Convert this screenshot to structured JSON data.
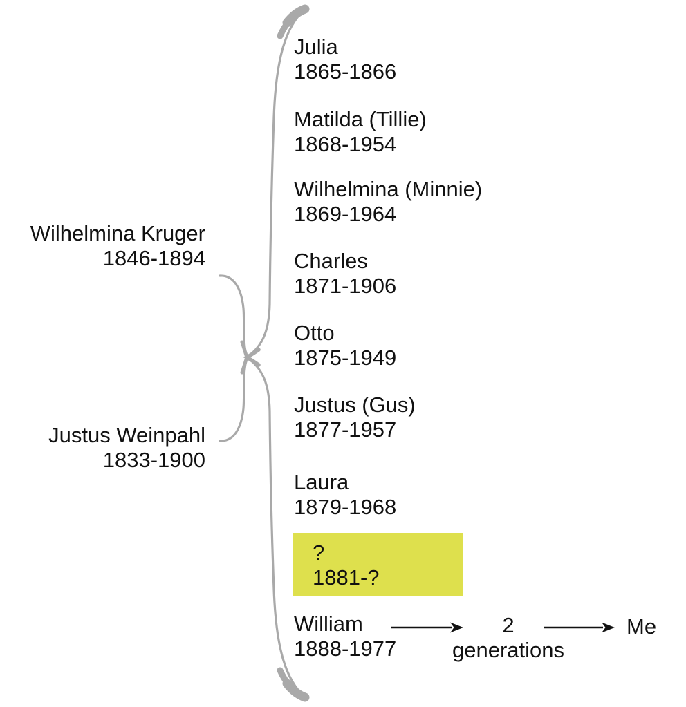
{
  "colors": {
    "highlight": "#dee04d",
    "curve": "#a9a9a9",
    "text": "#111111"
  },
  "parents": [
    {
      "name": "Wilhelmina Kruger",
      "years": "1846-1894"
    },
    {
      "name": "Justus Weinpahl",
      "years": "1833-1900"
    }
  ],
  "children": [
    {
      "name": "Julia",
      "years": "1865-1866"
    },
    {
      "name": "Matilda (Tillie)",
      "years": "1868-1954"
    },
    {
      "name": "Wilhelmina (Minnie)",
      "years": "1869-1964"
    },
    {
      "name": "Charles",
      "years": "1871-1906"
    },
    {
      "name": "Otto",
      "years": "1875-1949"
    },
    {
      "name": "Justus (Gus)",
      "years": "1877-1957"
    },
    {
      "name": "Laura",
      "years": "1879-1968"
    },
    {
      "name": "?",
      "years": "1881-?",
      "highlighted": true
    },
    {
      "name": "William",
      "years": "1888-1977"
    }
  ],
  "annotation": {
    "count": "2",
    "label": "generations",
    "target": "Me"
  }
}
